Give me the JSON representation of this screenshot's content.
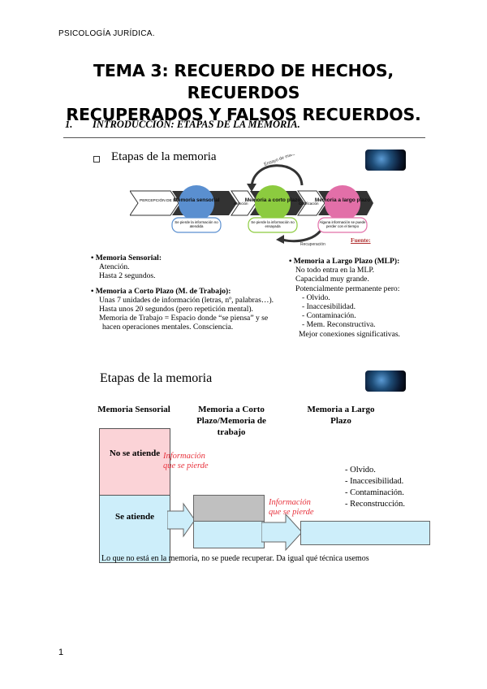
{
  "header": {
    "label": "PSICOLOGÍA JURÍDICA."
  },
  "title": {
    "line1": "TEMA 3: RECUERDO DE HECHOS, RECUERDOS",
    "line2": "RECUPERADOS Y FALSOS RECUERDOS."
  },
  "section": {
    "number": "1.",
    "heading": "INTRODUCCIÓN: ETAPAS DE LA MEMORIA."
  },
  "slide1": {
    "title": "Etapas de la memoria",
    "diagram": {
      "input_label": "PERCEPCIÓN DE SEÑALES",
      "atencion_label": "Atención",
      "codificacion_label": "Codificación",
      "ensayo_label": "Ensayo de mantenimiento",
      "recuperacion_label": "Recuperación",
      "stages": [
        {
          "name": "Memoria sensorial",
          "note": "Se pierde la información no atendida"
        },
        {
          "name": "Memoria a corto plazo",
          "note": "Se pierde la información no ensayada"
        },
        {
          "name": "Memoria a largo plazo",
          "note": "Alguna información se puede perder con el tiempo"
        }
      ],
      "source_label": "Fuente:",
      "colors": {
        "sensorial": "#5a8fd0",
        "corto": "#8ccb3f",
        "largo": "#e26fa8",
        "pill_border_1": "#5a8fd0",
        "pill_border_2": "#8ccb3f",
        "pill_border_3": "#e26fa8"
      }
    },
    "left_text": {
      "sensorial_head": "• Memoria Sensorial:",
      "sensorial_lines": [
        "Atención.",
        "Hasta 2 segundos."
      ],
      "corto_head": "• Memoria a Corto Plazo (M. de Trabajo):",
      "corto_lines": [
        "Unas 7 unidades de información (letras, nº, palabras…).",
        "Hasta unos 20 segundos (pero repetición mental).",
        "Memoria de Trabajo = Espacio donde “se piensa” y se",
        "hacen operaciones mentales. Consciencia."
      ]
    },
    "right_text": {
      "largo_head": "• Memoria a Largo Plazo (MLP):",
      "largo_lines": [
        "No todo entra en la MLP.",
        "Capacidad muy grande.",
        "Potencialmente permanente pero:"
      ],
      "largo_items": [
        "- Olvido.",
        "- Inaccesibilidad.",
        "- Contaminación.",
        "- Mem. Reconstructiva."
      ],
      "largo_tail": "Mejor conexiones significativas."
    }
  },
  "slide2": {
    "title": "Etapas de la memoria",
    "columns": [
      "Memoria Sensorial",
      "Memoria a Corto Plazo/Memoria de trabajo",
      "Memoria a Largo Plazo"
    ],
    "no_atiende": "No se atiende",
    "se_atiende": "Se atiende",
    "red_note_1": "Información que se pierde",
    "red_note_2": "Información que se pierde",
    "list": [
      "- Olvido.",
      "- Inaccesibilidad.",
      "- Contaminación.",
      "- Reconstrucción."
    ],
    "colors": {
      "red_box": "#fbd3d7",
      "blue_box": "#cdeefa",
      "grey_box": "#c0c0c0",
      "red_text": "#e8343e"
    }
  },
  "caption": "Lo que no está en la memoria, no se puede recuperar. Da igual qué técnica usemos",
  "page_number": "1"
}
